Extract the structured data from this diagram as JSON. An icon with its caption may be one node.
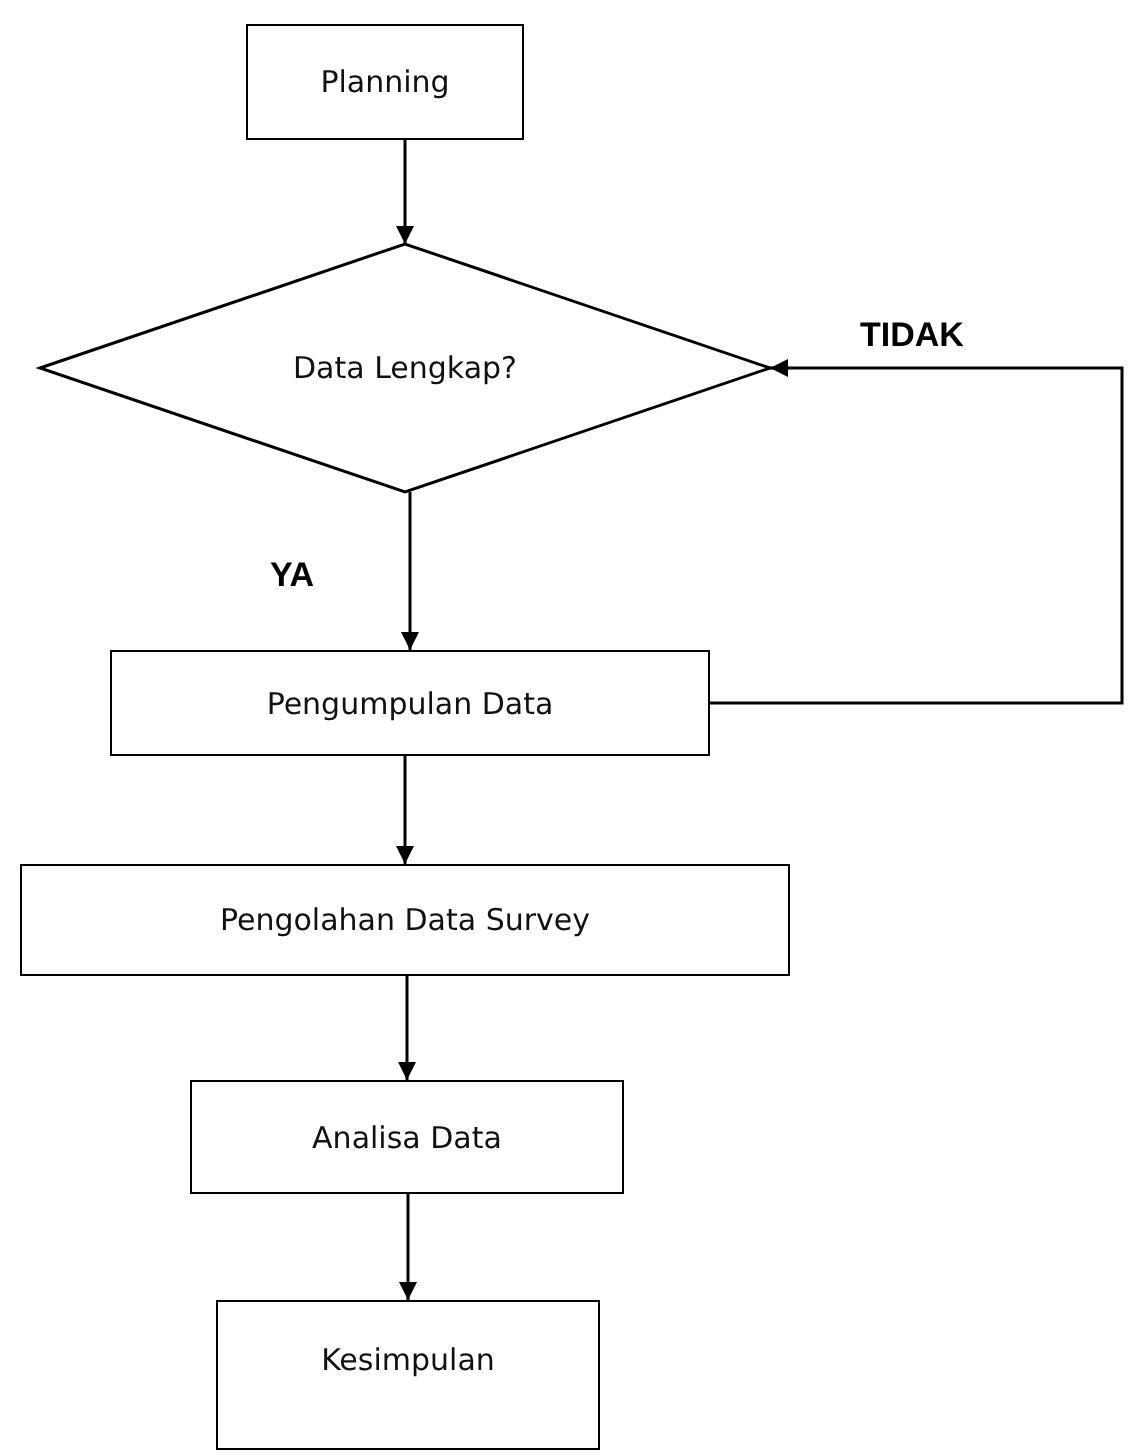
{
  "diagram": {
    "nodes": [
      {
        "text": [
          "Planning"
        ]
      },
      {
        "text": [
          "Data Lengkap?"
        ]
      },
      {
        "text": [
          "Pengumpulan Data"
        ]
      },
      {
        "text": [
          "Pengolahan Data Survey"
        ]
      },
      {
        "text": [
          "Analisa Data"
        ]
      },
      {
        "text": [
          "Kesimpulan"
        ]
      }
    ],
    "edges": [
      {
        "from": 0,
        "to": 1,
        "arrow": "to"
      },
      {
        "from": 1,
        "to": 2,
        "arrow": "to",
        "label": "YA"
      },
      {
        "from": 2,
        "to": 1,
        "arrow": "to",
        "label": "TIDAK"
      },
      {
        "from": 2,
        "to": 3,
        "arrow": "to"
      },
      {
        "from": 3,
        "to": 4,
        "arrow": "to"
      },
      {
        "from": 4,
        "to": 5,
        "arrow": "to"
      }
    ]
  }
}
